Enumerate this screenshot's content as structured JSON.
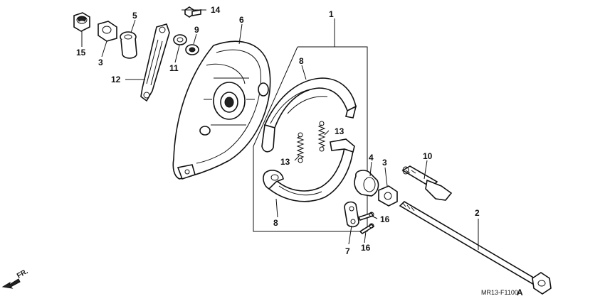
{
  "diagram": {
    "code": "MR13-F1100",
    "revision": "A",
    "front_label": "FR.",
    "parts": [
      {
        "id": "p1",
        "label": "1"
      },
      {
        "id": "p2",
        "label": "2"
      },
      {
        "id": "p3a",
        "label": "3"
      },
      {
        "id": "p3b",
        "label": "3"
      },
      {
        "id": "p4",
        "label": "4"
      },
      {
        "id": "p5",
        "label": "5"
      },
      {
        "id": "p6",
        "label": "6"
      },
      {
        "id": "p7",
        "label": "7"
      },
      {
        "id": "p8a",
        "label": "8"
      },
      {
        "id": "p8b",
        "label": "8"
      },
      {
        "id": "p9",
        "label": "9"
      },
      {
        "id": "p10",
        "label": "10"
      },
      {
        "id": "p11",
        "label": "11"
      },
      {
        "id": "p12",
        "label": "12"
      },
      {
        "id": "p13a",
        "label": "13"
      },
      {
        "id": "p13b",
        "label": "13"
      },
      {
        "id": "p14",
        "label": "14"
      },
      {
        "id": "p15",
        "label": "15"
      },
      {
        "id": "p16a",
        "label": "16"
      },
      {
        "id": "p16b",
        "label": "16"
      }
    ]
  }
}
